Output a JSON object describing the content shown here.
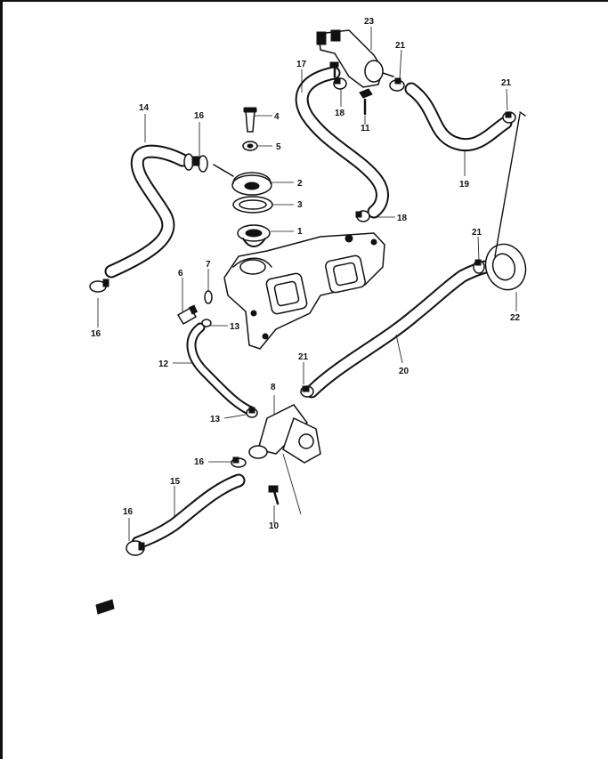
{
  "diagram": {
    "part_numbers": {
      "p1": "1",
      "p2": "2",
      "p3": "3",
      "p4": "4",
      "p5": "5",
      "p6": "6",
      "p7": "7",
      "p8": "8",
      "p10": "10",
      "p11": "11",
      "p12": "12",
      "p13a": "13",
      "p13b": "13",
      "p14": "14",
      "p15": "15",
      "p16a": "16",
      "p16b": "16",
      "p16c": "16",
      "p16d": "16",
      "p17": "17",
      "p18a": "18",
      "p18b": "18",
      "p19": "19",
      "p20": "20",
      "p21a": "21",
      "p21b": "21",
      "p21c": "21",
      "p21d": "21",
      "p22": "22",
      "p23": "23"
    }
  }
}
